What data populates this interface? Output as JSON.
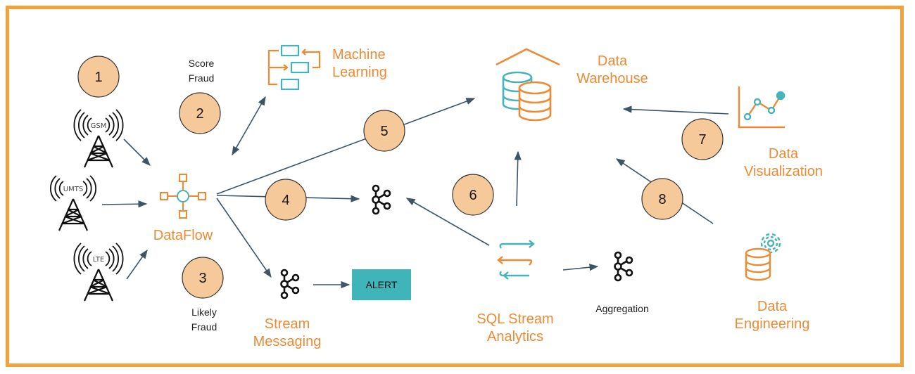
{
  "diagram": {
    "labels": {
      "dataflow": "DataFlow",
      "ml_line1": "Machine",
      "ml_line2": "Learning",
      "dw_line1": "Data",
      "dw_line2": "Warehouse",
      "dv_line1": "Data",
      "dv_line2": "Visualization",
      "de_line1": "Data",
      "de_line2": "Engineering",
      "sm_line1": "Stream",
      "sm_line2": "Messaging",
      "ssa_line1": "SQL Stream",
      "ssa_line2": "Analytics",
      "aggregation": "Aggregation",
      "score_line1": "Score",
      "score_line2": "Fraud",
      "likely_line1": "Likely",
      "likely_line2": "Fraud",
      "alert": "ALERT"
    },
    "towers": [
      "GSM",
      "UMTS",
      "LTE"
    ],
    "steps": [
      "1",
      "2",
      "3",
      "4",
      "5",
      "6",
      "7",
      "8"
    ]
  },
  "colors": {
    "border": "#f0a23c",
    "orange": "#ee8a35",
    "teal": "#45b3bb",
    "badge": "#f6c99b",
    "arrow": "#3c5565",
    "alert_bg": "#3fb5b9"
  }
}
